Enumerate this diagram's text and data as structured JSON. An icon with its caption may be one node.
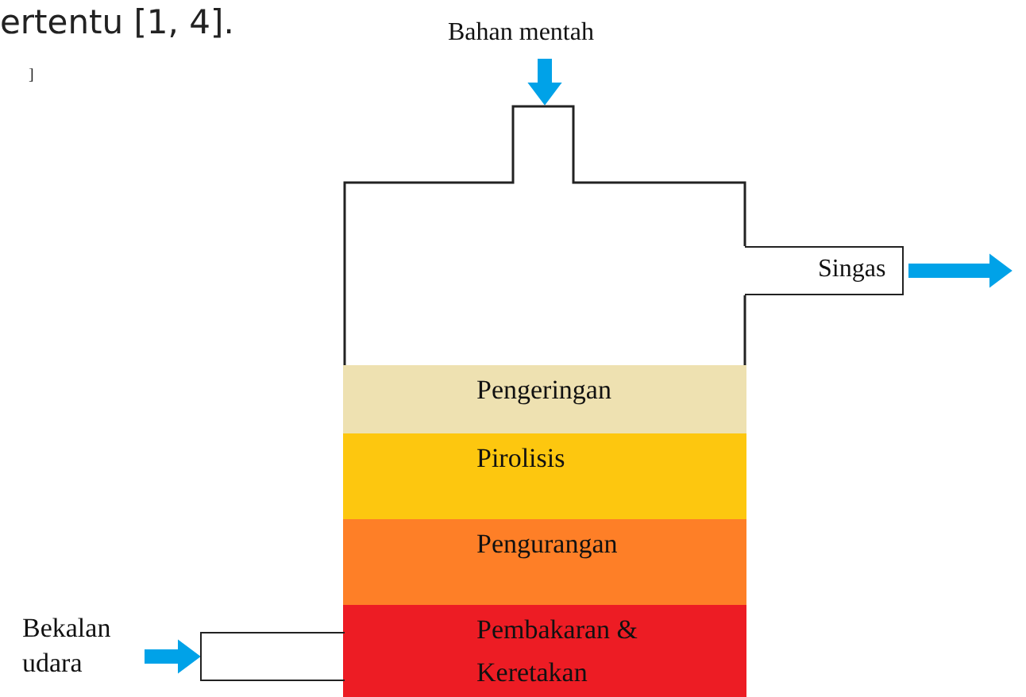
{
  "diagram": {
    "nodes": [
      {
        "text": [
          "Bahan mentah"
        ]
      },
      {
        "text": [],
        "shape": "box"
      },
      {
        "text": [
          "Pengeringan"
        ],
        "in": 1
      },
      {
        "text": [
          "Pirolisis"
        ],
        "in": 1
      },
      {
        "text": [
          "Pengurangan"
        ],
        "in": 1
      },
      {
        "text": [
          "Pembakaran & Keretakan"
        ],
        "in": 1
      },
      {
        "text": [
          "Singas"
        ]
      },
      {
        "text": [
          "Bekalan udara"
        ]
      },
      {
        "text": [],
        "shape": "box"
      }
    ],
    "edges": [
      {
        "from": 0,
        "to": 1,
        "arrow": "to"
      },
      {
        "from": 6,
        "to": null,
        "arrow": "to"
      },
      {
        "from": 7,
        "to": 8,
        "arrow": "to"
      }
    ],
    "labels": [
      "ertentu [1, 4].",
      "]"
    ]
  }
}
